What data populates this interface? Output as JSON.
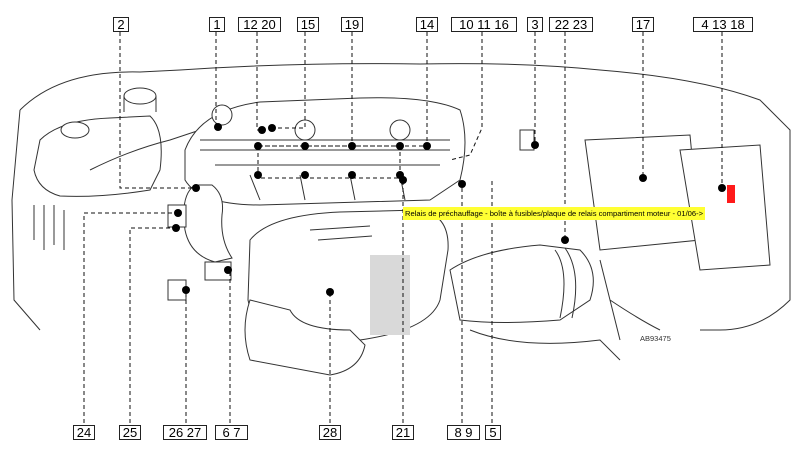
{
  "callouts": {
    "c2": "2",
    "c1": "1",
    "c12_20": "12 20",
    "c15": "15",
    "c19": "19",
    "c14": "14",
    "c10_11_16": "10 11 16",
    "c3": "3",
    "c22_23": "22 23",
    "c17": "17",
    "c4_13_18": "4 13 18",
    "c24": "24",
    "c25": "25",
    "c26_27": "26 27",
    "c6_7": "6 7",
    "c28": "28",
    "c21": "21",
    "c8_9": "8 9",
    "c5": "5"
  },
  "tooltip": "Relais de préchauffage - boîte à fusibles/plaque de relais compartiment moteur - 01/06->",
  "figure_code": "AB93475",
  "colors": {
    "tooltip_bg": "#ffff33",
    "highlight_marker": "#ff1a1a",
    "line": "#333333"
  }
}
